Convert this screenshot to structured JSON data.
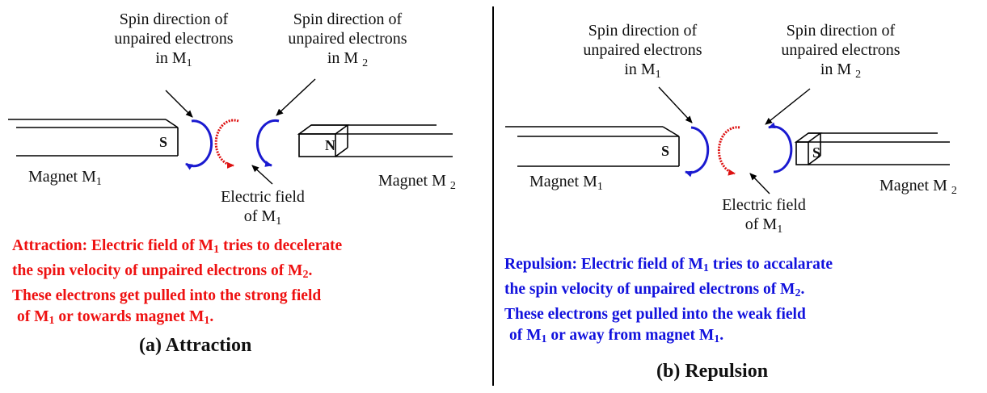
{
  "panel_a": {
    "spin_m1": [
      "Spin direction of",
      "unpaired electrons",
      "in M",
      "1"
    ],
    "spin_m2": [
      "Spin direction of",
      "unpaired electrons",
      "in M ",
      "2"
    ],
    "magnet_m1": [
      "Magnet M",
      "1"
    ],
    "magnet_m2": [
      "Magnet M ",
      "2"
    ],
    "pole_left": "S",
    "pole_right": "N",
    "field_label": [
      "Electric field",
      "of M",
      "1"
    ],
    "description": {
      "line1": [
        "Attraction: Electric field of M",
        "1",
        " tries to decelerate"
      ],
      "line2": [
        "the spin velocity of unpaired electrons of M",
        "2",
        "."
      ],
      "line3": "These electrons get pulled into the strong field",
      "line4": [
        "of M",
        "1",
        " or towards magnet M",
        "1",
        "."
      ]
    },
    "caption": "(a) Attraction",
    "description_color": "#ee1111"
  },
  "panel_b": {
    "spin_m1": [
      "Spin direction of",
      "unpaired electrons",
      "in M",
      "1"
    ],
    "spin_m2": [
      "Spin direction of",
      "unpaired electrons",
      "in M ",
      "2"
    ],
    "magnet_m1": [
      "Magnet M",
      "1"
    ],
    "magnet_m2": [
      "Magnet M ",
      "2"
    ],
    "pole_left": "S",
    "pole_right": "S",
    "field_label": [
      "Electric field",
      "of M",
      "1"
    ],
    "description": {
      "line1": [
        "Repulsion: Electric field of M",
        "1",
        " tries to accalarate"
      ],
      "line2": [
        "the spin velocity of unpaired electrons of M",
        "2",
        "."
      ],
      "line3": "These electrons get pulled into the weak field",
      "line4": [
        "of M",
        "1",
        " or away from magnet M",
        "1",
        "."
      ]
    },
    "caption": "(b) Repulsion",
    "description_color": "#1111dd"
  },
  "colors": {
    "blue_loop": "#1a1ad0",
    "red_loop": "#dd1111",
    "divider": "#000000"
  }
}
